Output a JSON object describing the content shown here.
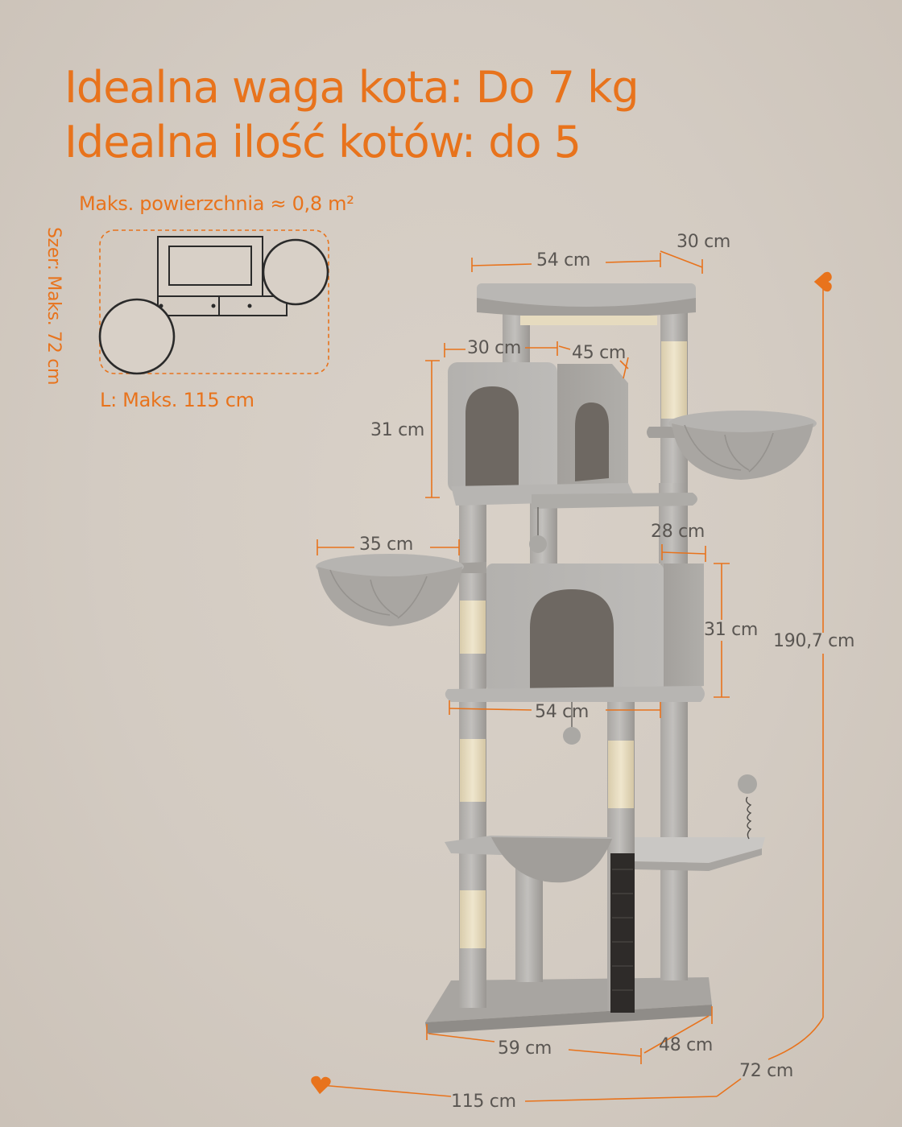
{
  "headline": {
    "line1": "Idealna waga kota: Do 7 kg",
    "line2": "Idealna ilość kotów: do 5"
  },
  "footprint": {
    "area_label": "Maks. powierzchnia ≈ 0,8 m²",
    "width_label": "Szer: Maks. 72 cm",
    "length_label": "L: Maks. 115 cm"
  },
  "dimensions": {
    "top_width": "54 cm",
    "top_depth": "30 cm",
    "upper_condo_depth": "30 cm",
    "upper_condo_width": "45 cm",
    "upper_condo_height": "31 cm",
    "basket_diameter": "35 cm",
    "side_depth": "28 cm",
    "lower_condo_height": "31 cm",
    "total_height": "190,7 cm",
    "mid_width": "54 cm",
    "base_width": "59 cm",
    "base_depth": "48 cm",
    "footprint_width": "72 cm",
    "footprint_length": "115 cm"
  },
  "colors": {
    "accent": "#e8731c",
    "background": "#d6cec5",
    "plush": "#b5b3b0",
    "plush_dark": "#8f8c88",
    "sisal": "#e9dfc4",
    "cave": "#6e6862"
  }
}
